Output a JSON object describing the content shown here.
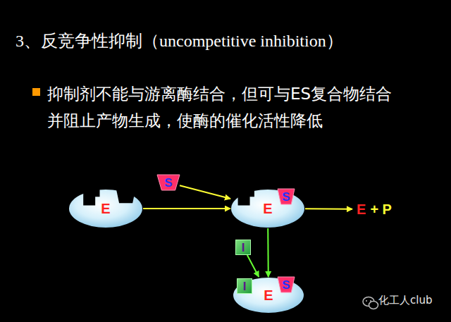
{
  "diagram": {
    "title": "3、反竞争性抑制（uncompetitive inhibition）",
    "nodes": [
      {
        "text": [
          "E"
        ]
      },
      {
        "text": [
          "S"
        ]
      },
      {
        "text": [
          "E"
        ]
      },
      {
        "text": [
          "S"
        ],
        "in": 2
      },
      {
        "text": [
          "E",
          "+ P"
        ]
      },
      {
        "text": [
          "I"
        ]
      },
      {
        "text": [
          "E"
        ]
      },
      {
        "text": [
          "I"
        ],
        "in": 6
      },
      {
        "text": [
          "S"
        ],
        "in": 6
      }
    ],
    "edges": [
      {
        "from": 0,
        "to": 2,
        "arrow": "to"
      },
      {
        "from": 1,
        "to": 2,
        "arrow": "to"
      },
      {
        "from": 2,
        "to": 4,
        "arrow": "to"
      },
      {
        "from": 2,
        "to": 6,
        "arrow": "to"
      },
      {
        "from": 5,
        "to": 6,
        "arrow": "to"
      }
    ],
    "labels": [
      "抑制剂不能与游离酶结合，但可与ES复合物结合并阻止产物生成，使酶的催化活性降低",
      "化工人club"
    ]
  }
}
